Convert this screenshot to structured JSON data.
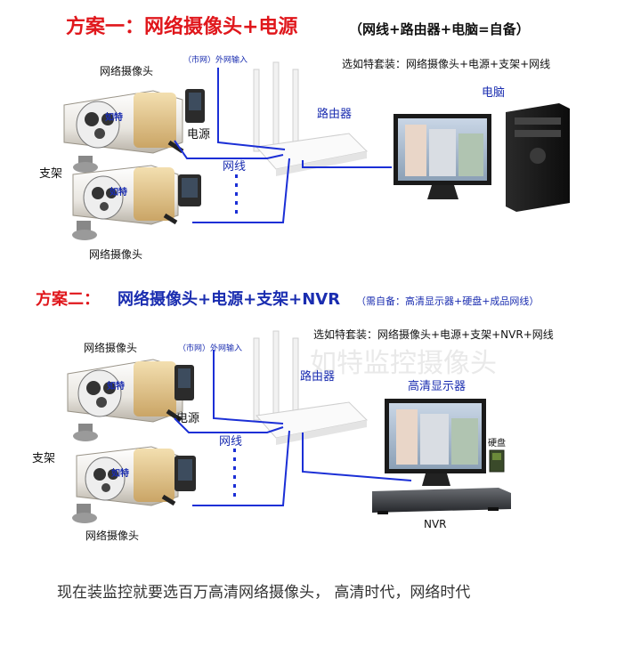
{
  "plan1": {
    "title": "方案一：网络摄像头+电源",
    "subtitle": "（网线+路由器+电脑=自备）",
    "kit": "选如特套装：网络摄像头+电源+支架+网线",
    "camera_top": "网络摄像头",
    "camera_bottom": "网络摄像头",
    "power": "电源",
    "bracket": "支架",
    "wan": "（市网）外网输入",
    "router": "路由器",
    "cable": "网线",
    "computer": "电脑",
    "brand": "如特"
  },
  "plan2": {
    "title_prefix": "方案二：",
    "title": "网络摄像头+电源+支架+NVR",
    "note": "（需自备：高清显示器+硬盘+成品网线）",
    "kit": "选如特套装：网络摄像头+电源+支架+NVR+网线",
    "camera_top": "网络摄像头",
    "camera_bottom": "网络摄像头",
    "power": "电源",
    "bracket": "支架",
    "wan": "（市网）外网输入",
    "router": "路由器",
    "cable": "网线",
    "monitor": "高清显示器",
    "hdd": "硬盘",
    "nvr": "NVR",
    "brand": "如特"
  },
  "watermark": "如特监控摄像头",
  "footer": "现在装监控就要选百万高清网络摄像头，   高清时代，网络时代",
  "colors": {
    "title_red": "#e0171c",
    "title_blue": "#1a2db0",
    "cable_blue": "#1b2fd6"
  }
}
